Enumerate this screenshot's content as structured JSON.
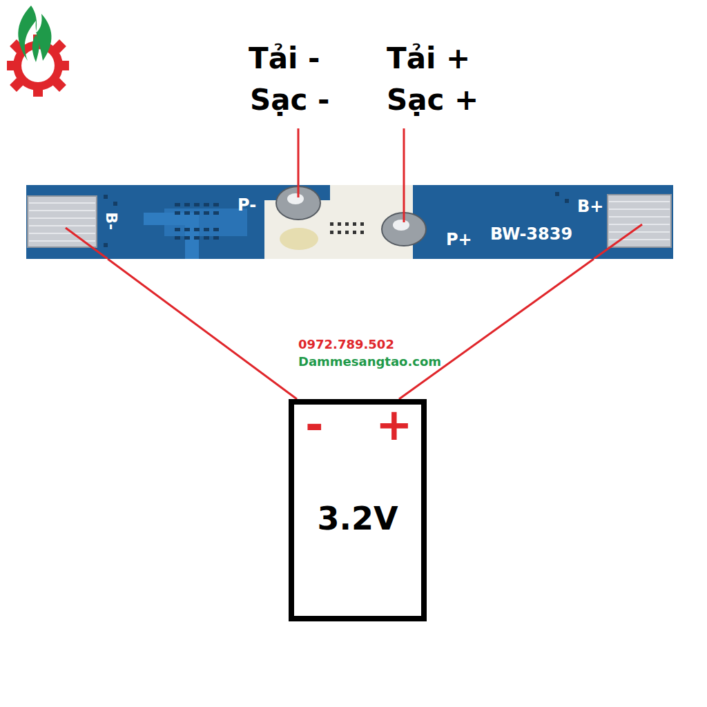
{
  "diagram": {
    "nodes": [
      {
        "text": [
          "B-",
          "P-",
          "P+",
          "BW-3839",
          "B+"
        ]
      },
      {
        "text": [
          "-",
          "+",
          "3.2V"
        ]
      }
    ],
    "edges": [
      {
        "from": 0,
        "to": 1,
        "arrow": "none"
      },
      {
        "from": 0,
        "to": 1,
        "arrow": "none"
      }
    ],
    "labels": [
      "Tải -",
      "Sạc -",
      "Tải +",
      "Sạc +",
      "0972.789.502",
      "Dammesangtao.com"
    ]
  }
}
